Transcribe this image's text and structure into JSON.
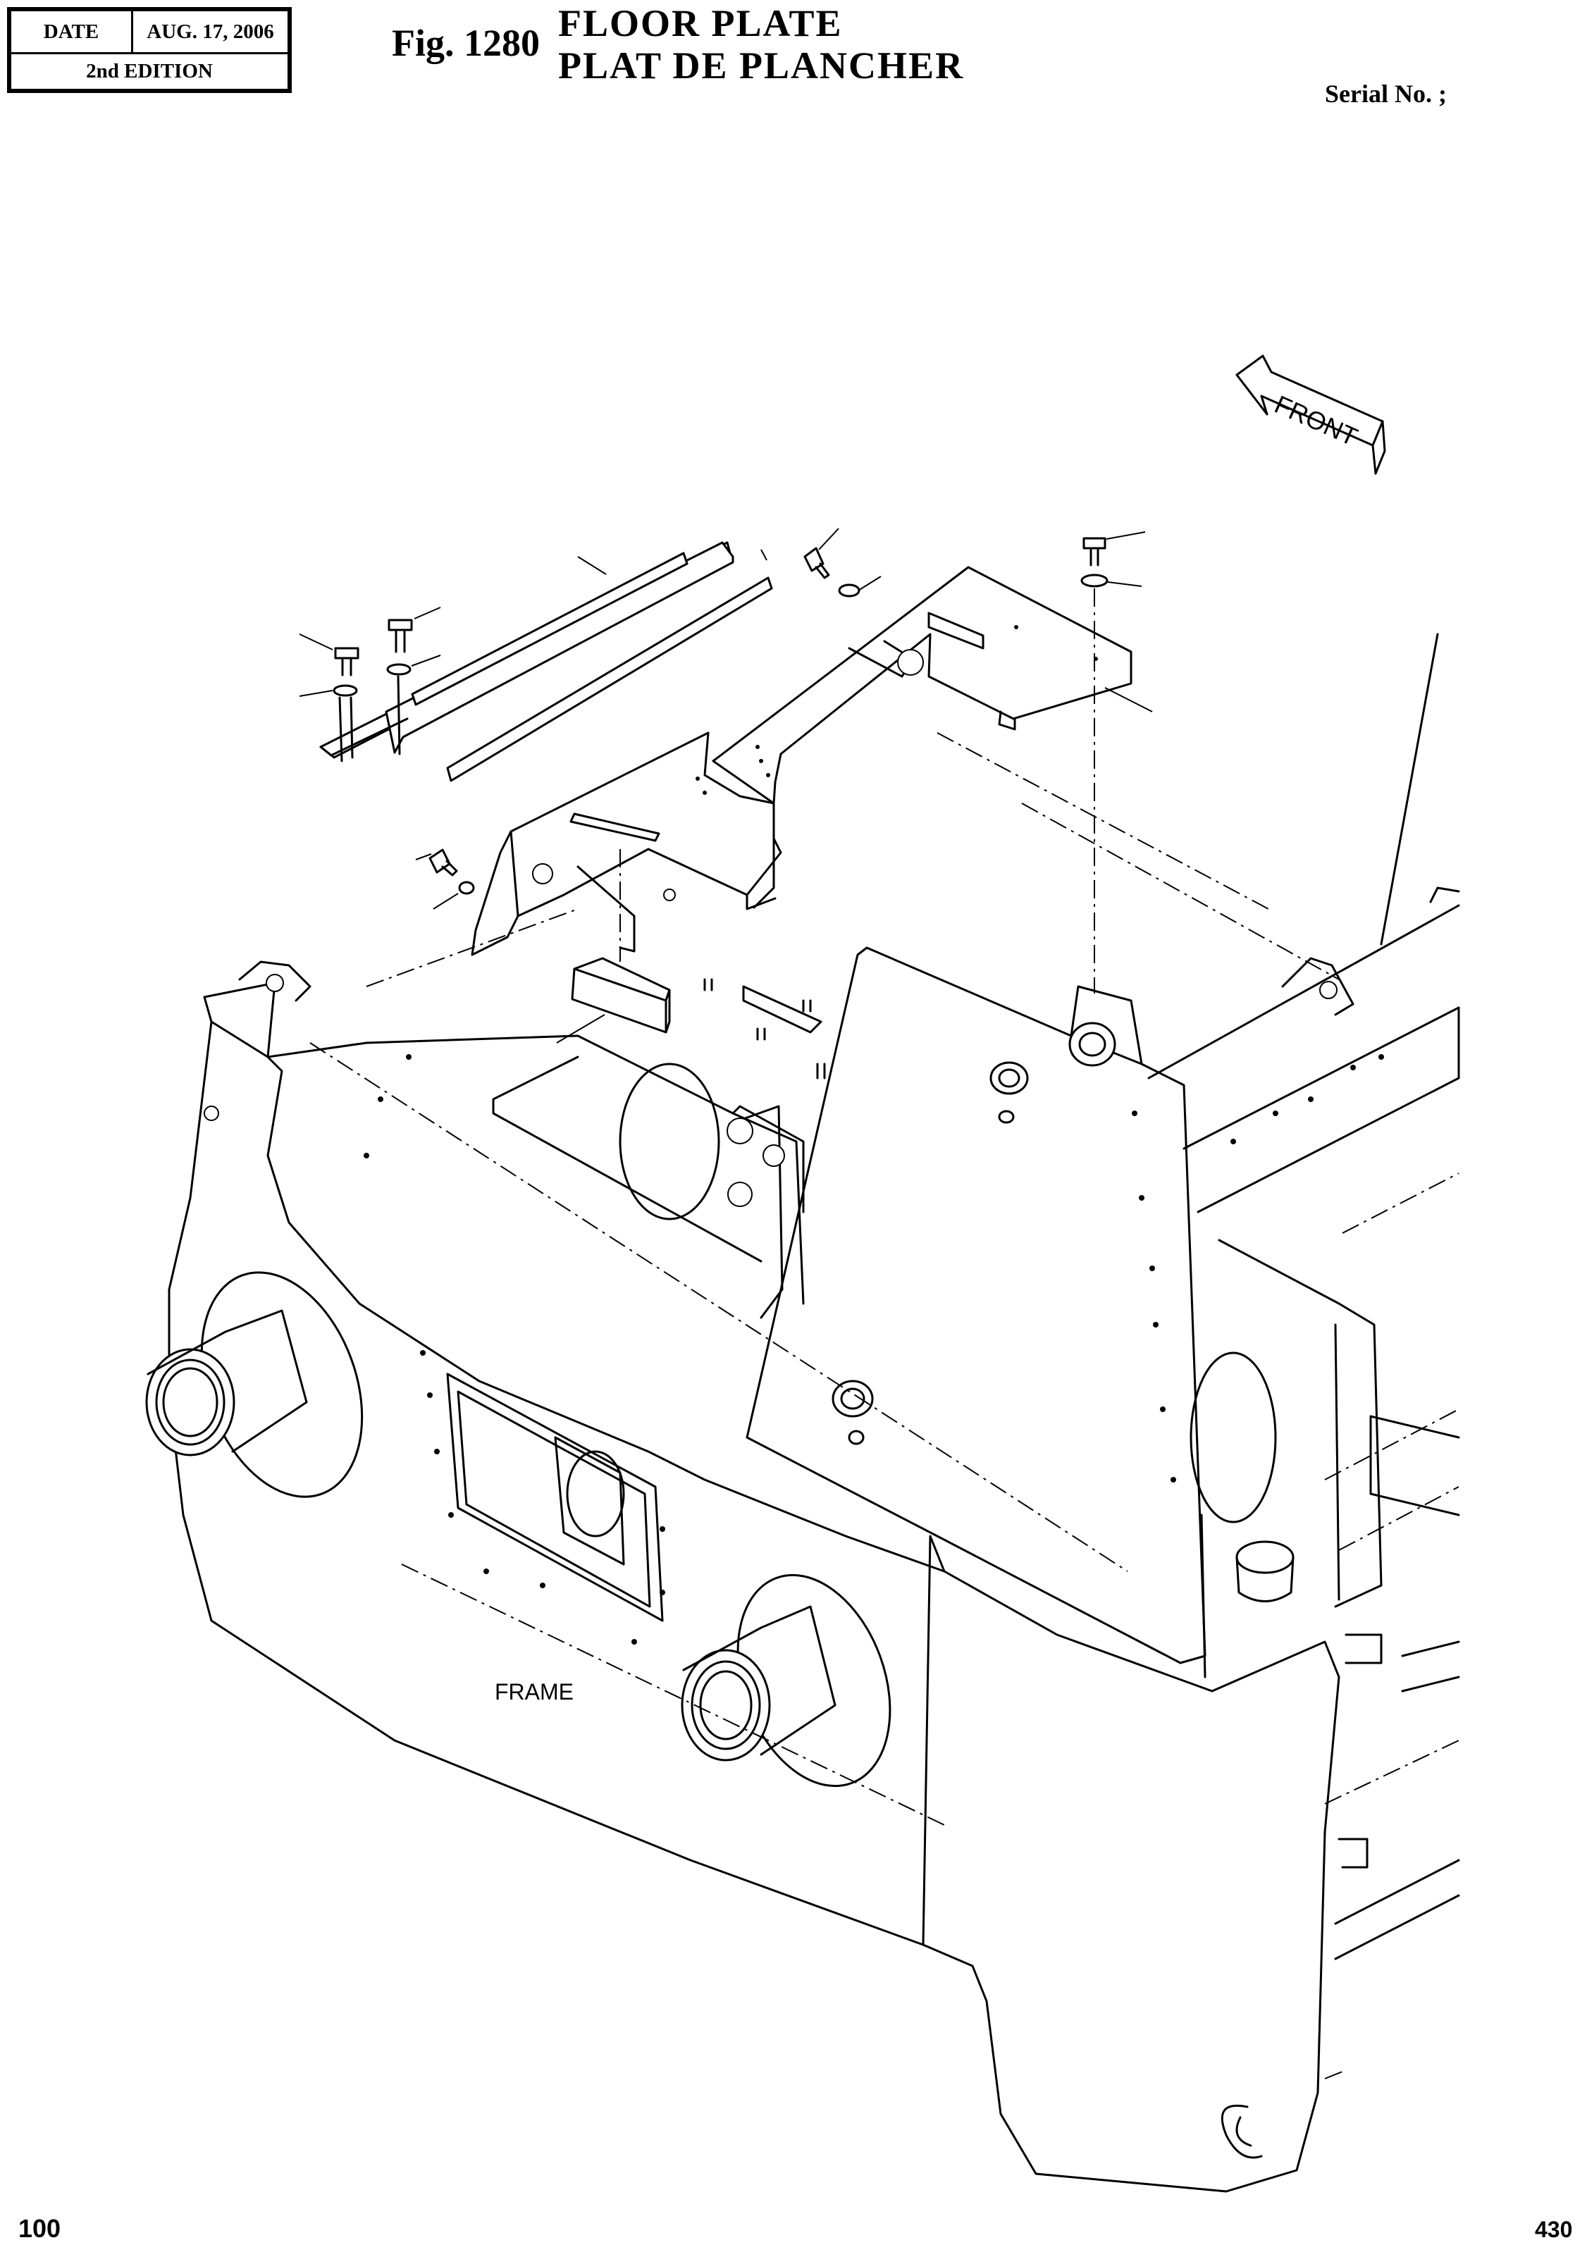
{
  "header": {
    "date_label": "DATE",
    "date_value": "AUG. 17, 2006",
    "edition": "2nd EDITION",
    "fig_number": "Fig. 1280",
    "title_en": "FLOOR PLATE",
    "title_fr": "PLAT DE PLANCHER",
    "serial": "Serial No. ;"
  },
  "drawing": {
    "front_label": "FRONT",
    "frame_label": "FRAME",
    "icons": [
      "front-arrow-icon"
    ]
  },
  "footer": {
    "page_left": "100",
    "page_right": "430"
  }
}
